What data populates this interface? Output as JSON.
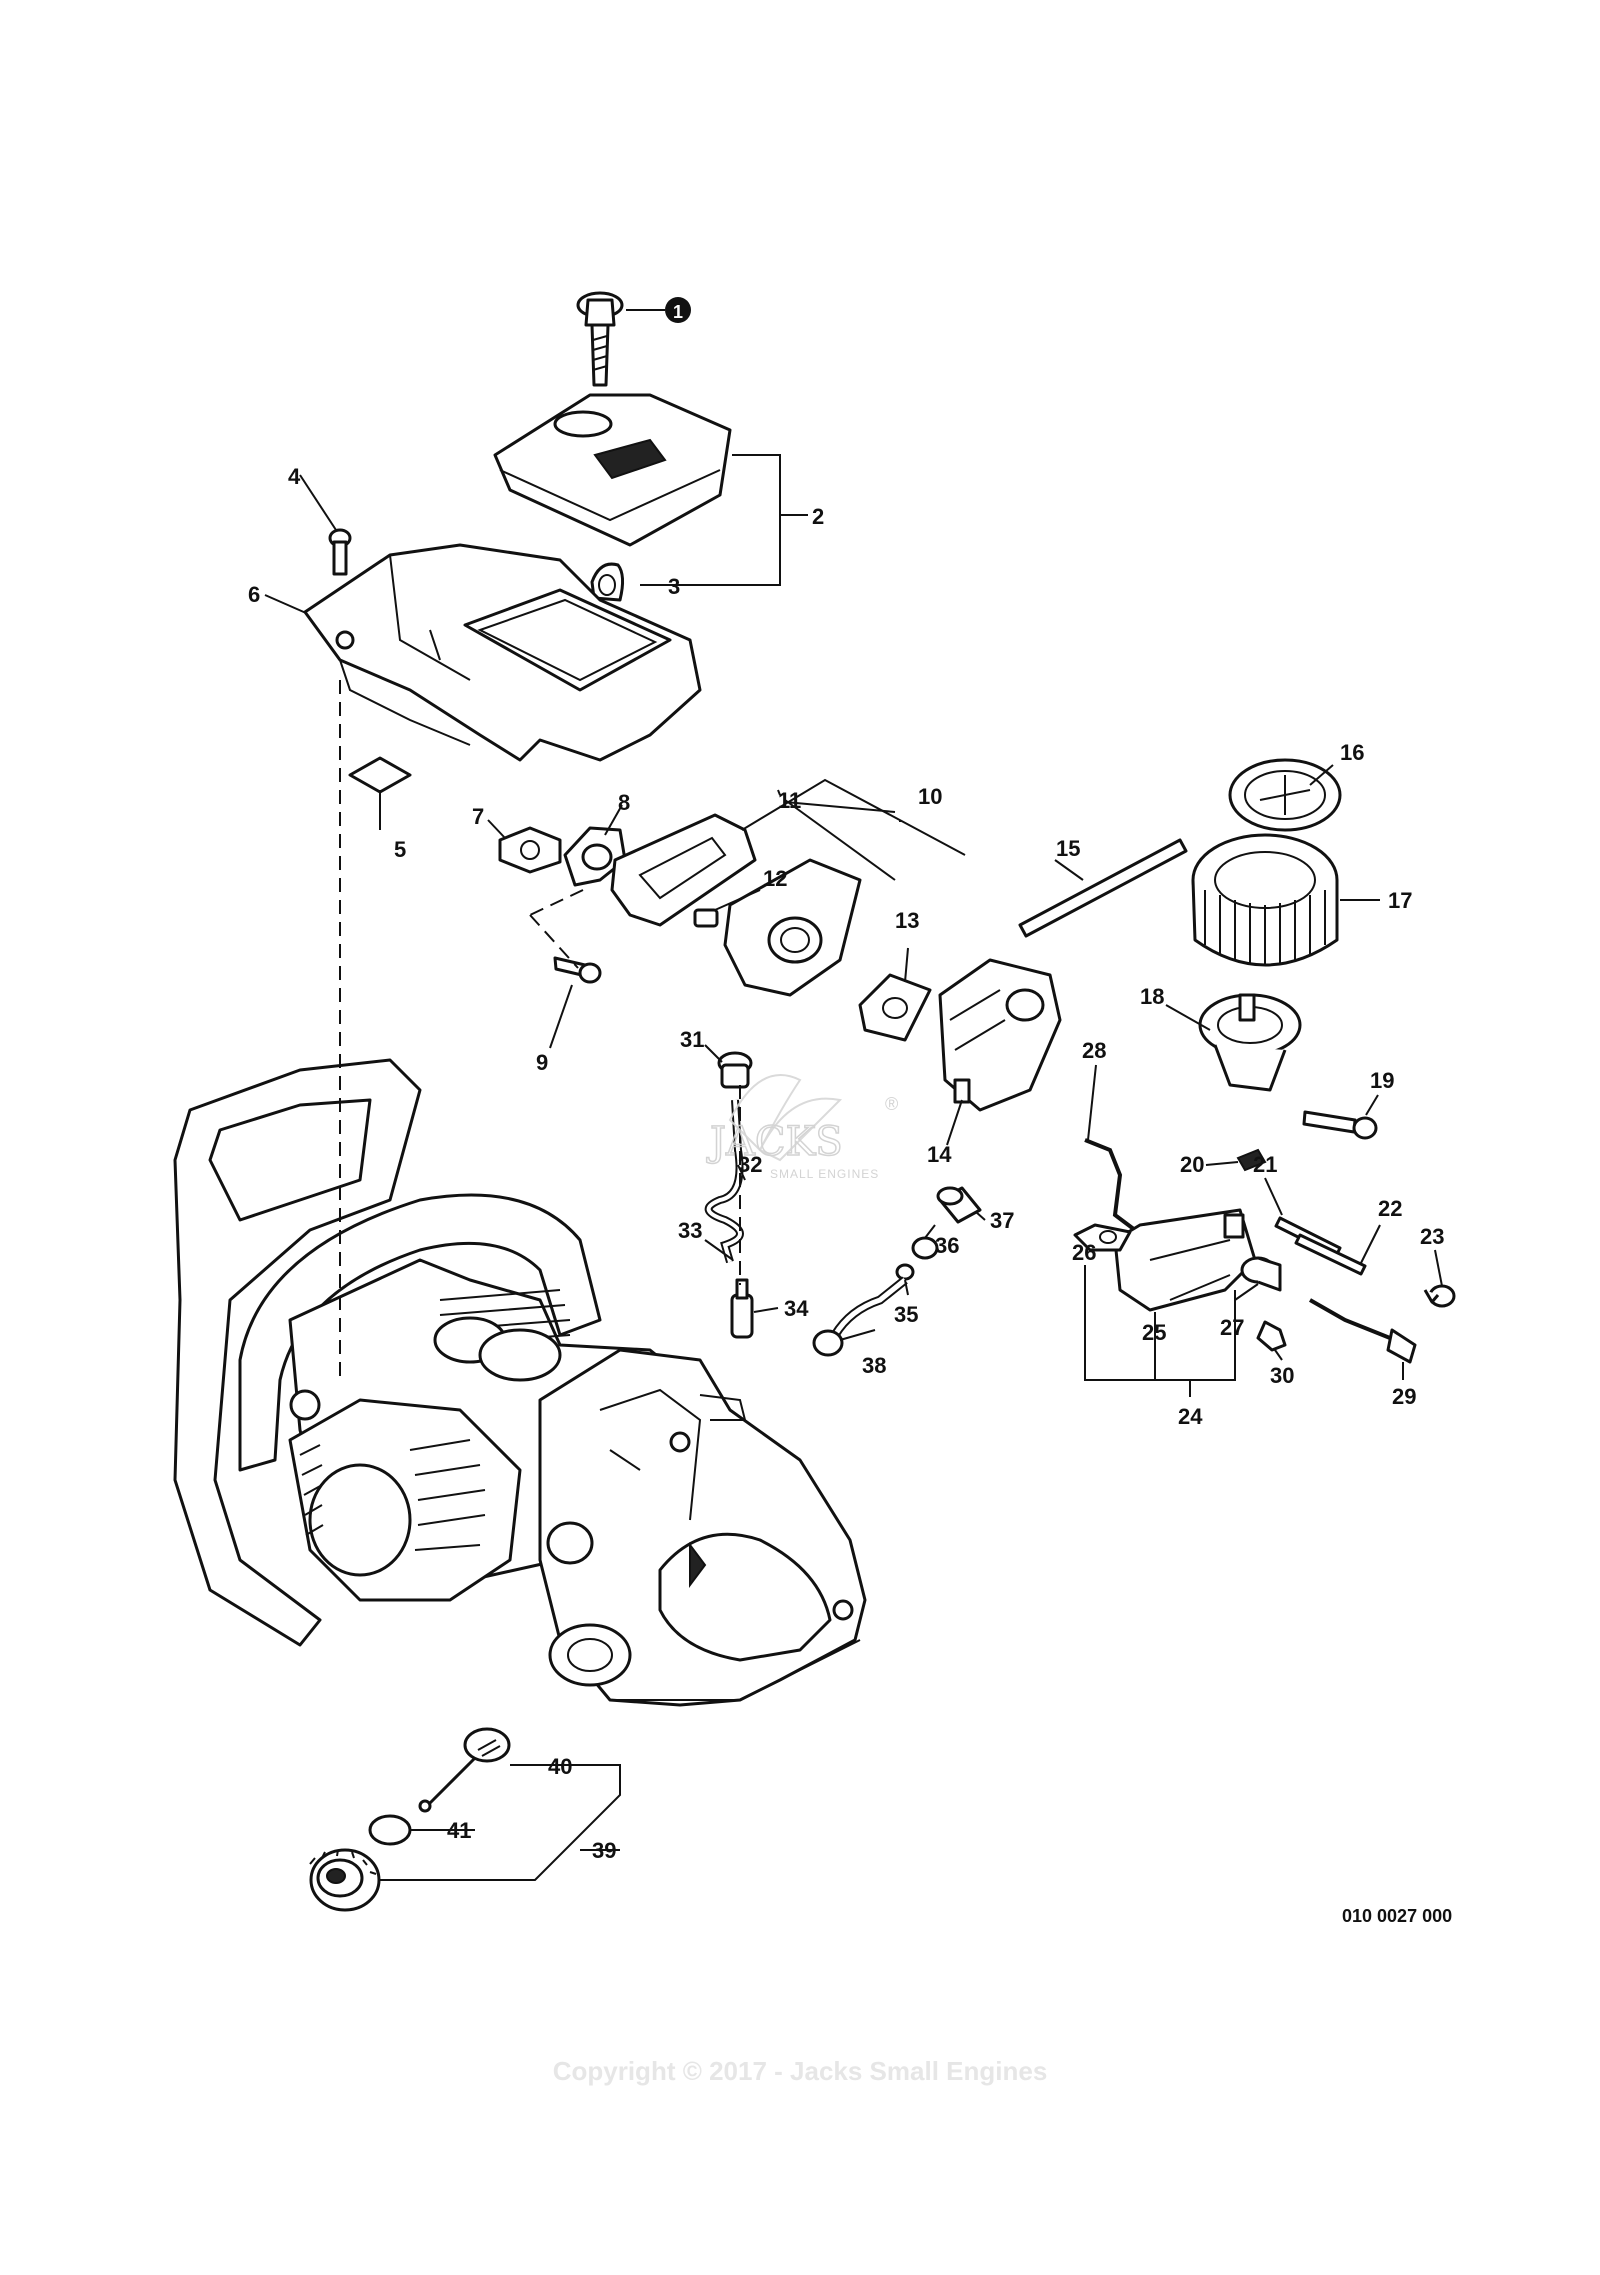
{
  "callouts": {
    "c1": "1",
    "c2": "2",
    "c3": "3",
    "c4": "4",
    "c5": "5",
    "c6": "6",
    "c7": "7",
    "c8": "8",
    "c9": "9",
    "c10": "10",
    "c11": "11",
    "c12": "12",
    "c13": "13",
    "c14": "14",
    "c15": "15",
    "c16": "16",
    "c17": "17",
    "c18": "18",
    "c19": "19",
    "c20": "20",
    "c21": "21",
    "c22": "22",
    "c23": "23",
    "c24": "24",
    "c25": "25",
    "c26": "26",
    "c27": "27",
    "c28": "28",
    "c29": "29",
    "c30": "30",
    "c31": "31",
    "c32": "32",
    "c33": "33",
    "c34": "34",
    "c35": "35",
    "c36": "36",
    "c37": "37",
    "c38": "38",
    "c39": "39",
    "c40": "40",
    "c41": "41"
  },
  "document_number": "010 0027 000",
  "watermark": {
    "brand": "JACKS",
    "tagline": "SMALL ENGINES",
    "registered": "®"
  },
  "copyright": "Copyright © 2017 - Jacks Small Engines"
}
